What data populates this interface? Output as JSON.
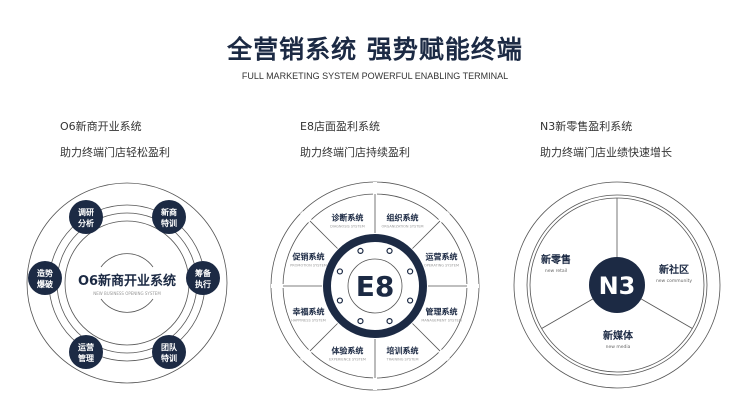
{
  "header": {
    "title": "全营销系统  强势赋能终端",
    "subtitle": "FULL MARKETING SYSTEM POWERFUL ENABLING TERMINAL"
  },
  "columns": [
    {
      "name": "O6新商开业系统",
      "desc": "助力终端门店轻松盈利"
    },
    {
      "name": "E8店面盈利系统",
      "desc": "助力终端门店持续盈利"
    },
    {
      "name": "N3新零售盈利系统",
      "desc": "助力终端门店业绩快速增长"
    }
  ],
  "o6": {
    "center": "O6新商开业系统",
    "center_en": "NEW BUSINESS OPENING SYSTEM",
    "nodes": [
      [
        "调研",
        "分析"
      ],
      [
        "新商",
        "特训"
      ],
      [
        "筹备",
        "执行"
      ],
      [
        "团队",
        "特训"
      ],
      [
        "运营",
        "管理"
      ],
      [
        "造势",
        "爆破"
      ]
    ]
  },
  "e8": {
    "center": "E8",
    "segments": [
      {
        "cn": "诊断系统",
        "en": "DIAGNOSIS SYSTEM"
      },
      {
        "cn": "组织系统",
        "en": "ORGANIZATION SYSTEM"
      },
      {
        "cn": "运营系统",
        "en": "OPERATING SYSTEM"
      },
      {
        "cn": "管理系统",
        "en": "MANAGEMENT SYSTEM"
      },
      {
        "cn": "培训系统",
        "en": "TRAINING SYSTEM"
      },
      {
        "cn": "体验系统",
        "en": "EXPERIENCE SYSTEM"
      },
      {
        "cn": "幸福系统",
        "en": "HAPPINESS SYSTEM"
      },
      {
        "cn": "促销系统",
        "en": "PROMOTION SYSTEM"
      }
    ]
  },
  "n3": {
    "center": "N3",
    "segments": [
      {
        "cn": "新零售",
        "en": "new retail"
      },
      {
        "cn": "新社区",
        "en": "new community"
      },
      {
        "cn": "新媒体",
        "en": "new media"
      }
    ]
  },
  "colors": {
    "navy": "#1c2a44"
  }
}
